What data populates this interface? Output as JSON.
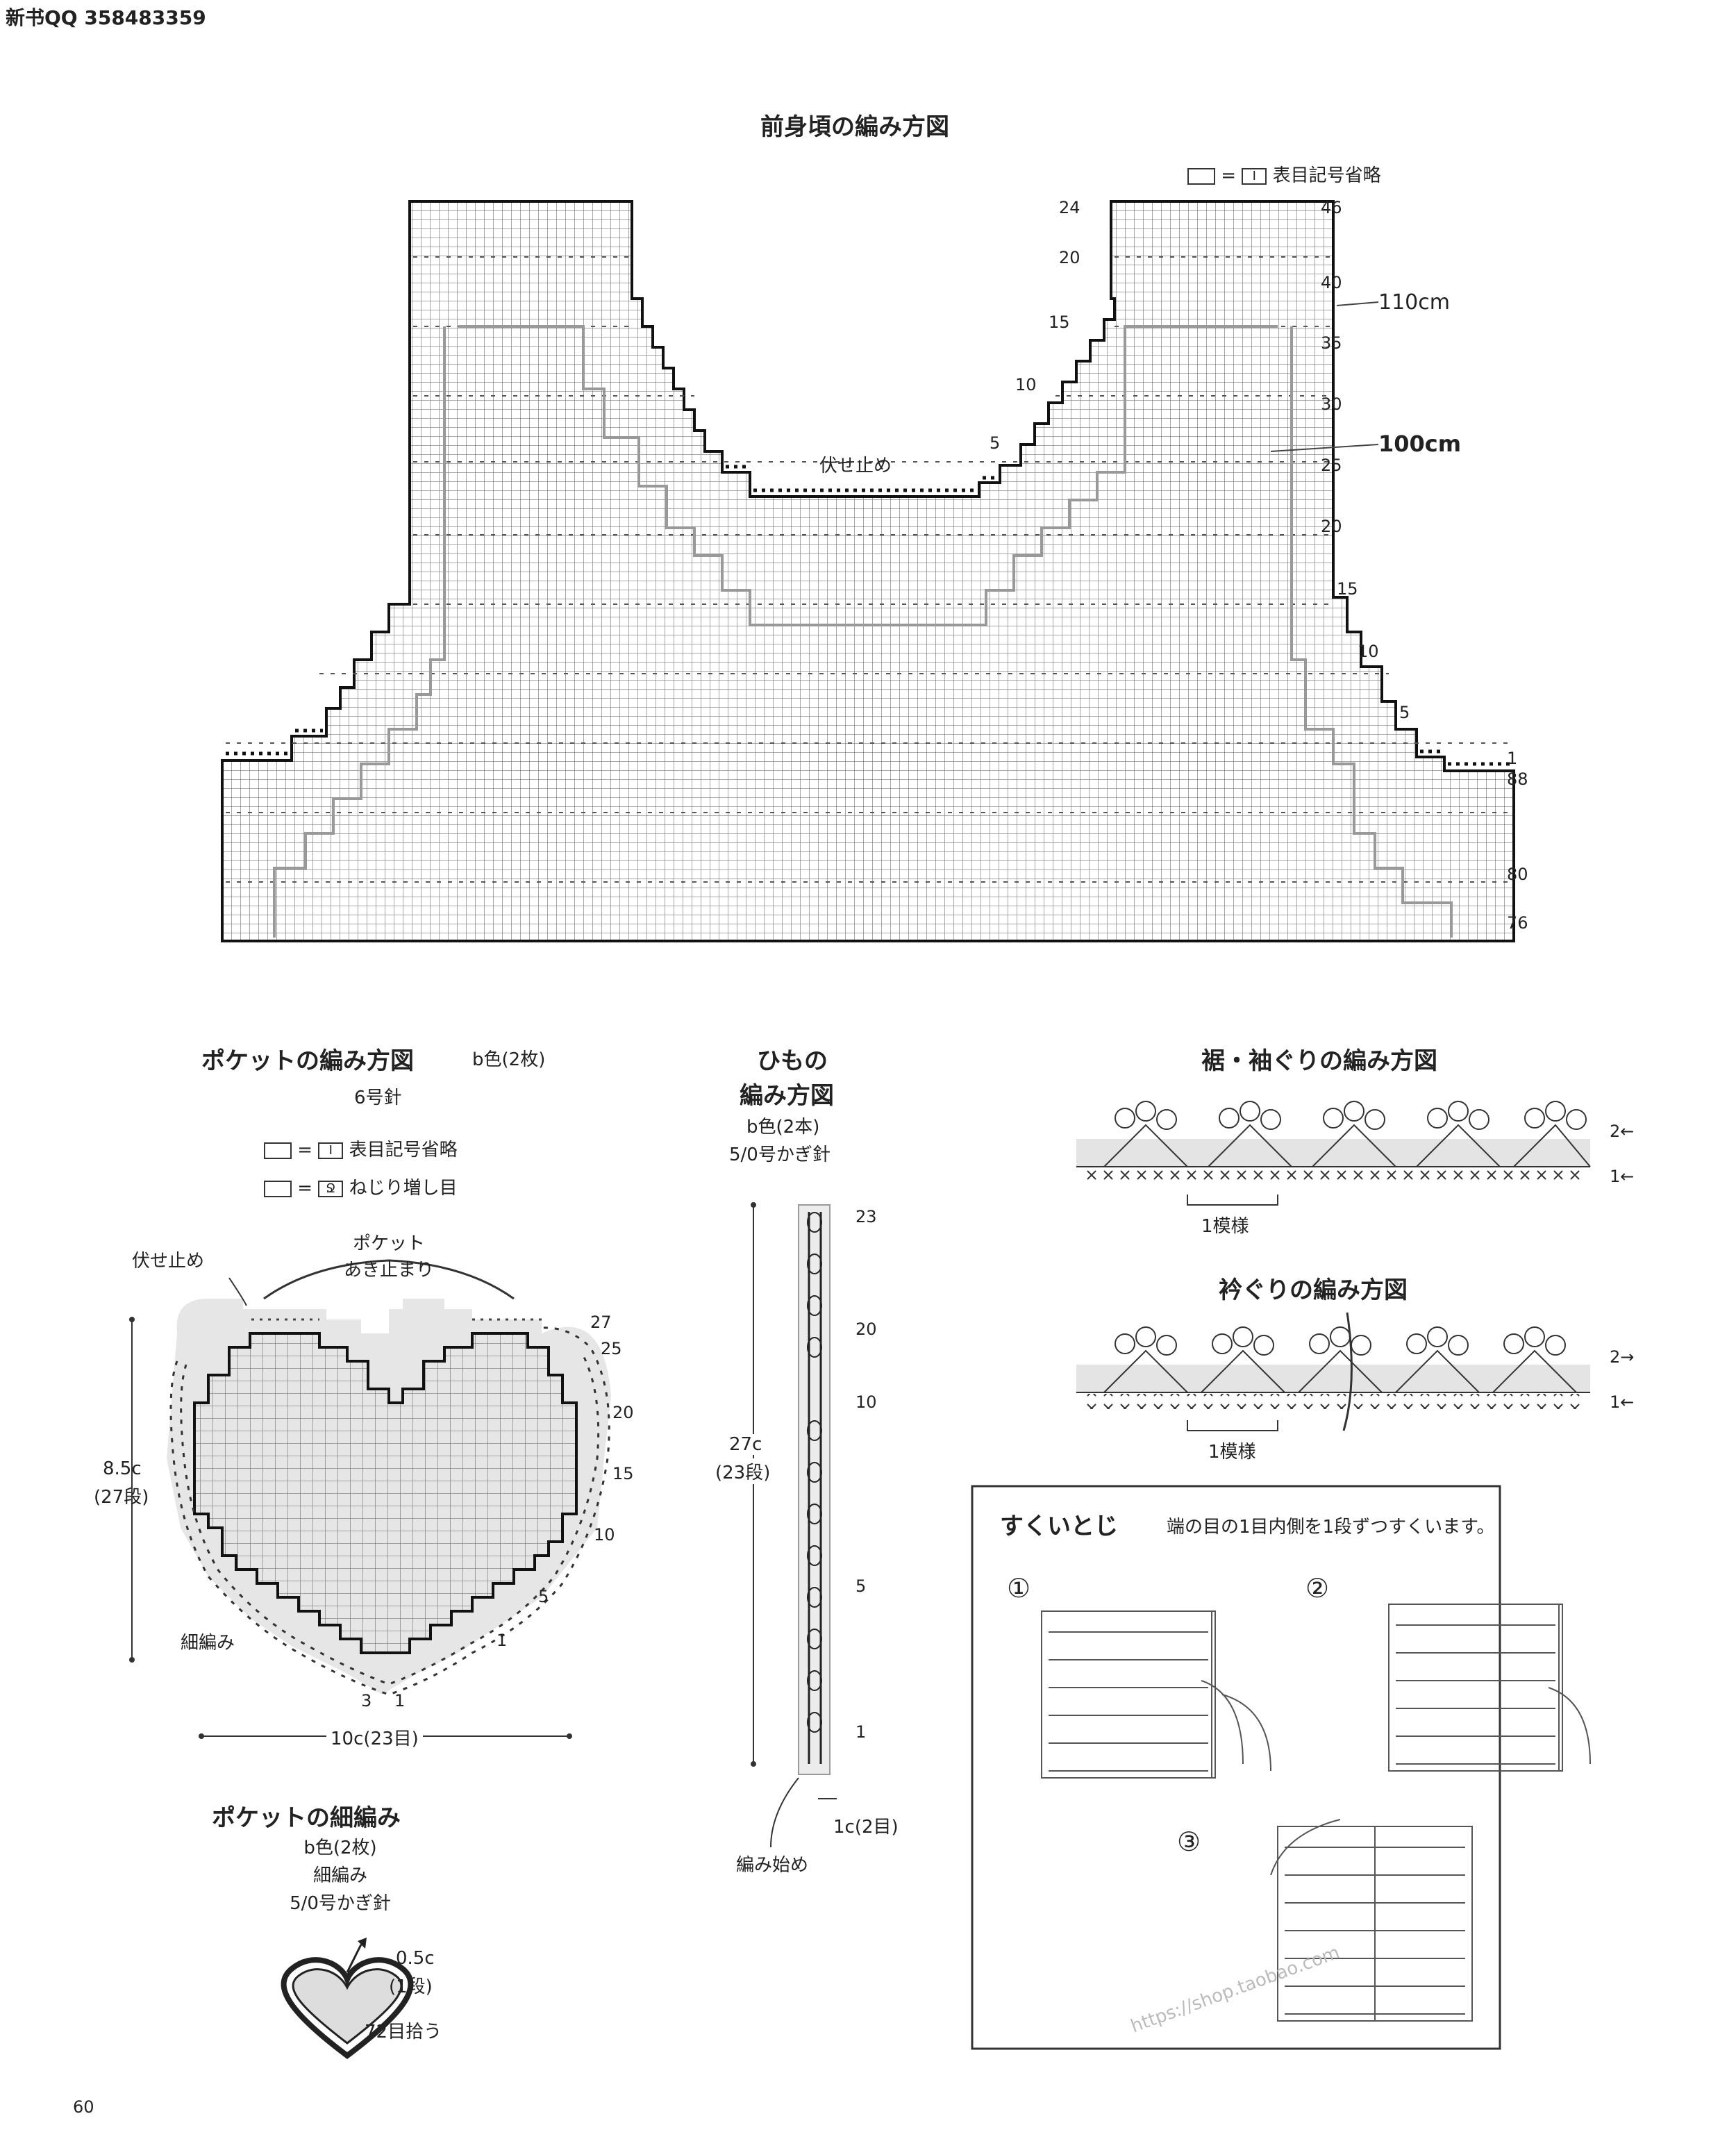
{
  "watermark_top": "新书QQ 358483359",
  "page_number": "60",
  "body_chart": {
    "title": "前身頃の編み方図",
    "legend_eq": "=",
    "legend_sym": "I",
    "legend_text": "表目記号省略",
    "bind_off": "伏せ止め",
    "meas_110": "110cm",
    "meas_100": "100cm",
    "row_right": [
      "46",
      "40",
      "35",
      "30",
      "25",
      "20",
      "15",
      "10",
      "5",
      "1"
    ],
    "row_left_top": [
      "24",
      "20",
      "15",
      "10",
      "5"
    ],
    "stitch_bottom": [
      "88",
      "80",
      "76"
    ]
  },
  "pocket": {
    "title": "ポケットの編み方図",
    "color_note": "b色(2枚)",
    "needle": "6号針",
    "legend1_eq": "=",
    "legend1_sym": "I",
    "legend1_text": "表目記号省略",
    "legend2_eq": "=",
    "legend2_sym": "Ջ",
    "legend2_text": "ねじり増し目",
    "bind_off": "伏せ止め",
    "opening_1": "ポケット",
    "opening_2": "あき止まり",
    "rows": [
      "27",
      "25",
      "20",
      "15",
      "10",
      "5",
      "1"
    ],
    "height_1": "8.5c",
    "height_2": "(27段)",
    "sc_label": "細編み",
    "start_3": "3",
    "start_1": "1",
    "width": "10c(23目)"
  },
  "pocket_sc": {
    "title": "ポケットの細編み",
    "color_note": "b色(2枚)",
    "stitch": "細編み",
    "hook": "5/0号かぎ針",
    "w1": "0.5c",
    "w2": "(1段)",
    "pick": "72目拾う"
  },
  "cord": {
    "title1": "ひもの",
    "title2": "編み方図",
    "color_note": "b色(2本)",
    "hook": "5/0号かぎ針",
    "rows": [
      "23",
      "20",
      "10",
      "5",
      "1"
    ],
    "length_1": "27c",
    "length_2": "(23段)",
    "width": "1c(2目)",
    "start": "編み始め"
  },
  "hem_chart": {
    "title": "裾・袖ぐりの編み方図",
    "row2": "2←",
    "row1": "1←",
    "repeat": "1模様"
  },
  "neck_chart": {
    "title": "衿ぐりの編み方図",
    "row2": "2→",
    "row1": "1←",
    "repeat": "1模様"
  },
  "seam_box": {
    "title": "すくいとじ",
    "desc": "端の目の1目内側を1段ずつすくいます。",
    "step1": "①",
    "step2": "②",
    "step3": "③",
    "url_watermark": "https://shop.taobao.com"
  }
}
